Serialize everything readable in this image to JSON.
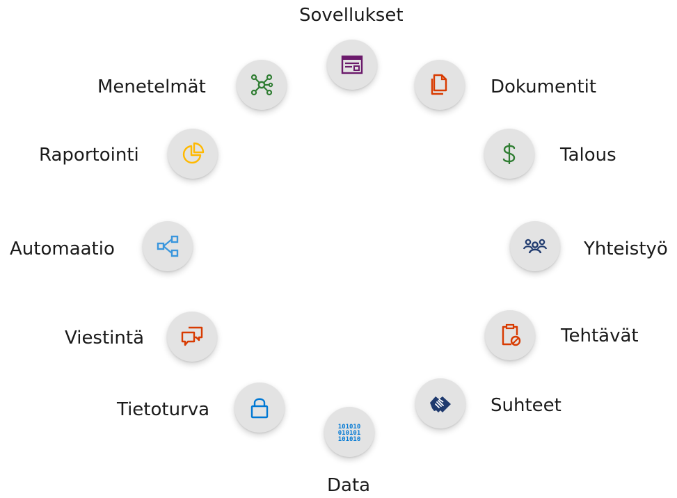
{
  "items": [
    {
      "label": "Sovellukset",
      "icon": "app-window-icon",
      "color": "#6b1a6b"
    },
    {
      "label": "Dokumentit",
      "icon": "documents-icon",
      "color": "#d83b01"
    },
    {
      "label": "Talous",
      "icon": "dollar-icon",
      "color": "#2f7d32"
    },
    {
      "label": "Yhteistyö",
      "icon": "people-icon",
      "color": "#1f3a6e"
    },
    {
      "label": "Tehtävät",
      "icon": "clipboard-task-icon",
      "color": "#d83b01"
    },
    {
      "label": "Suhteet",
      "icon": "handshake-icon",
      "color": "#1f3a6e"
    },
    {
      "label": "Data",
      "icon": "binary-data-icon",
      "color": "#0078d4"
    },
    {
      "label": "Tietoturva",
      "icon": "lock-icon",
      "color": "#0078d4"
    },
    {
      "label": "Viestintä",
      "icon": "chat-bubbles-icon",
      "color": "#d83b01"
    },
    {
      "label": "Automaatio",
      "icon": "flow-icon",
      "color": "#3a96dd"
    },
    {
      "label": "Raportointi",
      "icon": "pie-chart-icon",
      "color": "#ffb900"
    },
    {
      "label": "Menetelmät",
      "icon": "network-icon",
      "color": "#2f7d32"
    }
  ]
}
